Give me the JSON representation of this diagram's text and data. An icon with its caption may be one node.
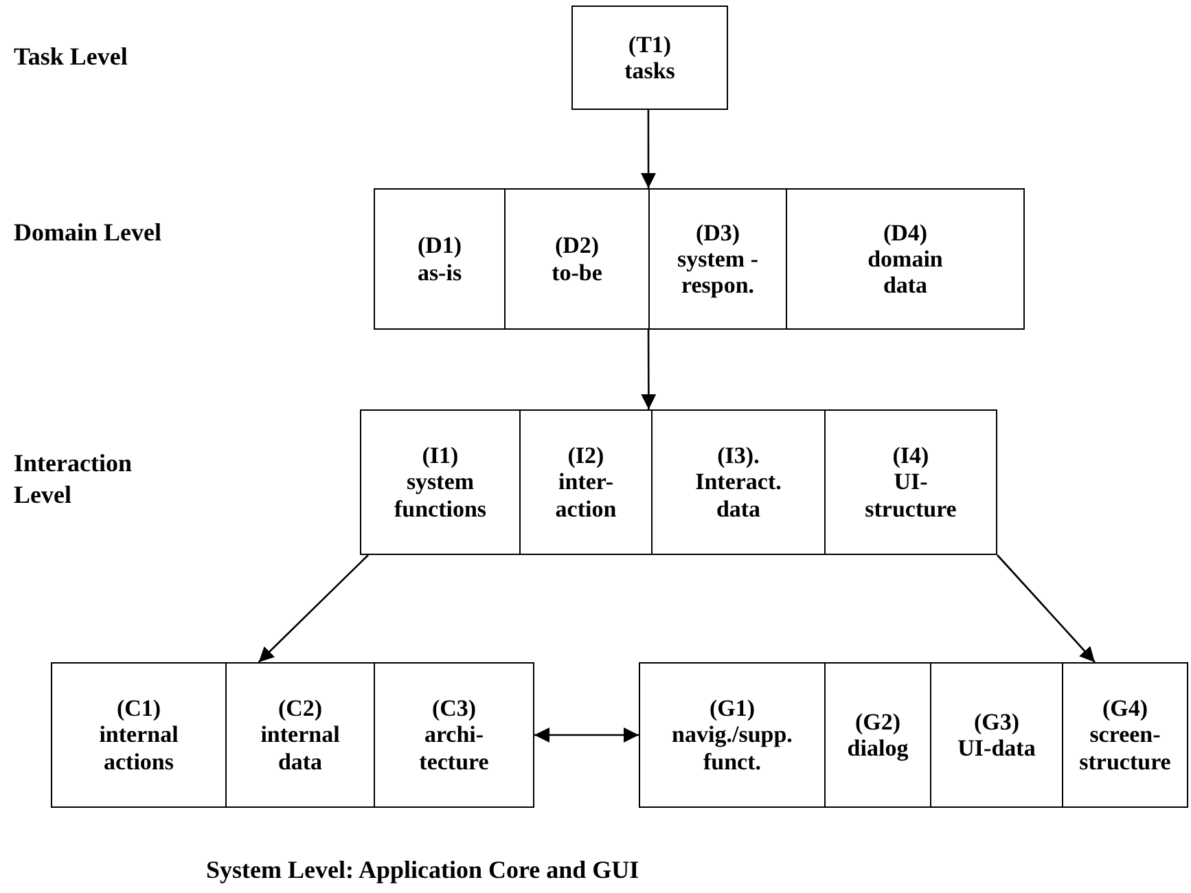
{
  "diagram": {
    "nodes": [
      {
        "text": [
          "(T1)",
          "tasks"
        ]
      },
      {
        "text": [],
        "shape": "box"
      },
      {
        "text": [
          "(D1)",
          "as-is"
        ],
        "in": 1
      },
      {
        "text": [
          "(D2)",
          "to-be"
        ],
        "in": 1
      },
      {
        "text": [
          "(D3)",
          "system -respon."
        ],
        "in": 1
      },
      {
        "text": [
          "(D4)",
          "domain data"
        ],
        "in": 1
      },
      {
        "text": [],
        "shape": "box"
      },
      {
        "text": [
          "(I1)",
          "system functions"
        ],
        "in": 6
      },
      {
        "text": [
          "(I2)",
          "inter- action"
        ],
        "in": 6
      },
      {
        "text": [
          "(I3).",
          "Interact. data"
        ],
        "in": 6
      },
      {
        "text": [
          "(I4)",
          "UI- structure"
        ],
        "in": 6
      },
      {
        "text": [],
        "shape": "box"
      },
      {
        "text": [
          "(C1)",
          "internal actions"
        ],
        "in": 11
      },
      {
        "text": [
          "(C2)",
          "internal data"
        ],
        "in": 11
      },
      {
        "text": [
          "(C3)",
          "archi- tecture"
        ],
        "in": 11
      },
      {
        "text": [],
        "shape": "box"
      },
      {
        "text": [
          "(G1)",
          "navig./supp. funct."
        ],
        "in": 15
      },
      {
        "text": [
          "(G2)",
          "dialog"
        ],
        "in": 15
      },
      {
        "text": [
          "(G3)",
          "UI-data"
        ],
        "in": 15
      },
      {
        "text": [
          "(G4)",
          "screen- structure"
        ],
        "in": 15
      }
    ],
    "edges": [
      {
        "from": 0,
        "to": 1,
        "arrow": "to"
      },
      {
        "from": 1,
        "to": 6,
        "arrow": "to"
      },
      {
        "from": 6,
        "to": 11,
        "arrow": "to"
      },
      {
        "from": 6,
        "to": 15,
        "arrow": "to"
      },
      {
        "from": 11,
        "to": 15,
        "arrow": "both"
      }
    ],
    "labels": [
      "Task Level",
      "Domain Level",
      "Interaction Level",
      "System Level: Application Core and GUI"
    ]
  }
}
